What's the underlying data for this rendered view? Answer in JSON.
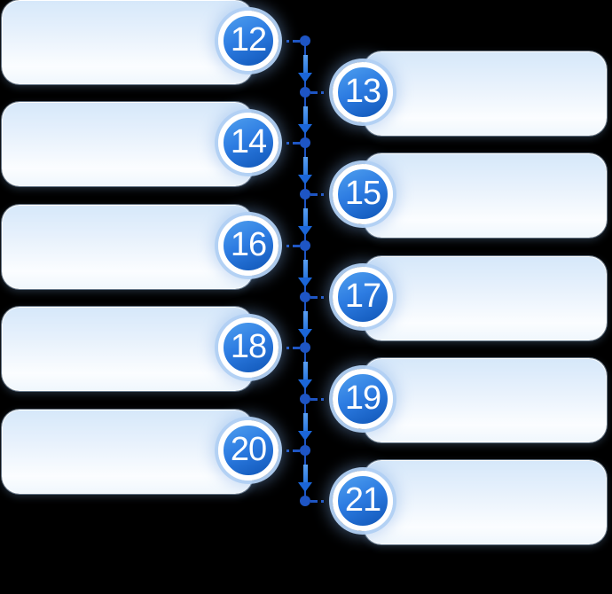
{
  "diagram": {
    "type": "timeline",
    "orientation": "vertical-alternating",
    "items": [
      {
        "label": "12",
        "side": "left"
      },
      {
        "label": "13",
        "side": "right"
      },
      {
        "label": "14",
        "side": "left"
      },
      {
        "label": "15",
        "side": "right"
      },
      {
        "label": "16",
        "side": "left"
      },
      {
        "label": "17",
        "side": "right"
      },
      {
        "label": "18",
        "side": "left"
      },
      {
        "label": "19",
        "side": "right"
      },
      {
        "label": "20",
        "side": "left"
      },
      {
        "label": "21",
        "side": "right"
      }
    ],
    "colors": {
      "background": "#000000",
      "node_gradient_light": "#4f9fee",
      "node_gradient_dark": "#0f55b6",
      "node_ring": "#ffffff",
      "node_halo": "#b1d0f3",
      "connector": "#1e55c4",
      "arrow_light": "#5aa0f2",
      "arrow_dark": "#1b66d8",
      "card_top": "#d6e8fa",
      "card_bottom": "#fbfdff"
    }
  }
}
